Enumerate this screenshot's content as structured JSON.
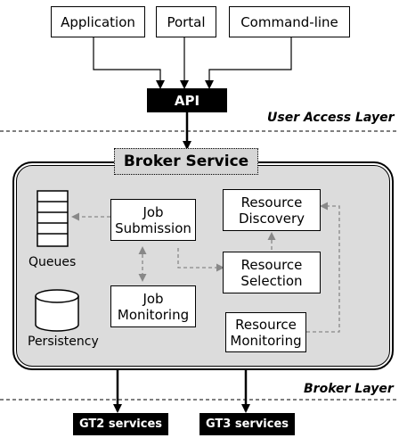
{
  "clients": {
    "application": "Application",
    "portal": "Portal",
    "command_line": "Command-line"
  },
  "api": "API",
  "layers": {
    "user_access": "User Access Layer",
    "broker": "Broker Layer"
  },
  "broker_service": {
    "title": "Broker Service",
    "job_submission": [
      "Job",
      "Submission"
    ],
    "job_monitoring": [
      "Job",
      "Monitoring"
    ],
    "resource_discovery": [
      "Resource",
      "Discovery"
    ],
    "resource_selection": [
      "Resource",
      "Selection"
    ],
    "resource_monitoring": [
      "Resource",
      "Monitoring"
    ],
    "queues": "Queues",
    "persistency": "Persistency"
  },
  "services": {
    "gt2": "GT2 services",
    "gt3": "GT3 services"
  },
  "colors": {
    "panel": "#dcdcdc",
    "dashed_arrow": "#888888",
    "solid": "#000000"
  }
}
